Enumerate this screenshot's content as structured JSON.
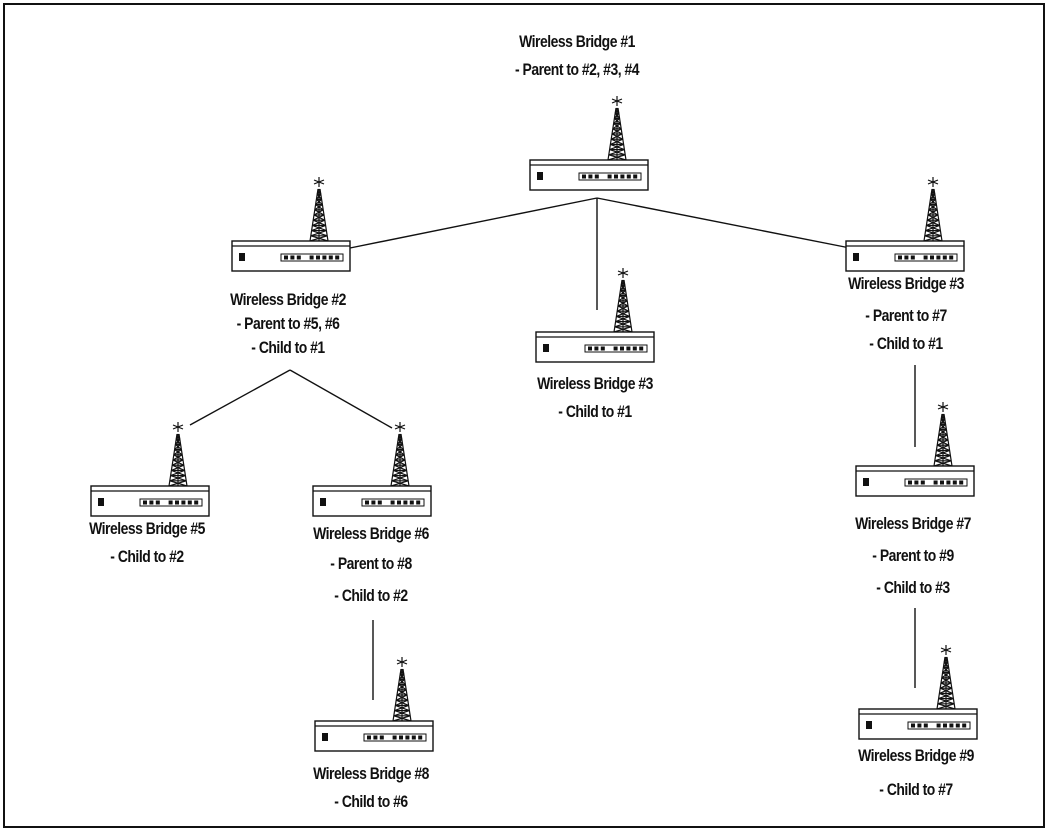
{
  "nodes": {
    "b1": {
      "title": "Wireless Bridge #1",
      "lines": [
        "- Parent to #2, #3, #4"
      ]
    },
    "b2": {
      "title": "Wireless Bridge #2",
      "lines": [
        "- Parent to #5, #6",
        "- Child to #1"
      ]
    },
    "b3_center": {
      "title": "Wireless Bridge #3",
      "lines": [
        "- Child to #1"
      ]
    },
    "b3_right": {
      "title": "Wireless Bridge #3",
      "lines": [
        "- Parent to #7",
        "- Child to #1"
      ]
    },
    "b5": {
      "title": "Wireless Bridge #5",
      "lines": [
        "- Child to #2"
      ]
    },
    "b6": {
      "title": "Wireless Bridge #6",
      "lines": [
        "- Parent to #8",
        "- Child to #2"
      ]
    },
    "b7": {
      "title": "Wireless Bridge #7",
      "lines": [
        "- Parent to #9",
        "- Child to #3"
      ]
    },
    "b8": {
      "title": "Wireless Bridge #8",
      "lines": [
        "- Child to #6"
      ]
    },
    "b9": {
      "title": "Wireless Bridge #9",
      "lines": [
        "- Child to #7"
      ]
    }
  },
  "connections": [
    [
      "b1",
      "b2"
    ],
    [
      "b1",
      "b3_center"
    ],
    [
      "b1",
      "b3_right"
    ],
    [
      "b2",
      "b5"
    ],
    [
      "b2",
      "b6"
    ],
    [
      "b6",
      "b8"
    ],
    [
      "b3_right",
      "b7"
    ],
    [
      "b7",
      "b9"
    ]
  ],
  "icon": "wireless-bridge-antenna-icon"
}
